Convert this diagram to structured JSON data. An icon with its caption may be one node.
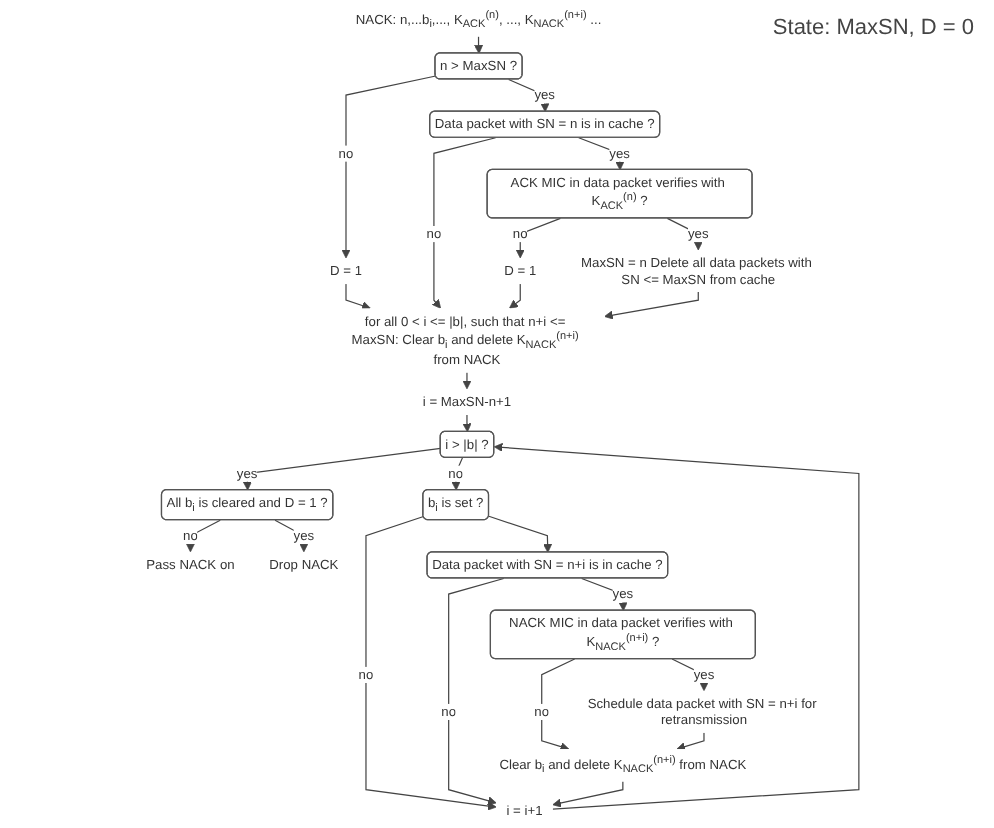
{
  "diagram": {
    "nodes": [
      {
        "text": [
          "NACK: n,...b$_{i}$,..., K$_{ACK}$$^{(n)}$, ..., K$_{NACK}$$^{(n+i)}$ ..."
        ]
      },
      {
        "text": [
          "n > MaxSN ?"
        ]
      },
      {
        "text": [
          "D = 1"
        ]
      },
      {
        "text": [
          "for all 0 < i <= |b|, such that n+i <= MaxSN: Clear b$_{i}$ and delete K$_{NACK}$$^{(n+i)}$ from NACK"
        ]
      },
      {
        "text": [
          "Data packet with SN = n is in cache ?"
        ]
      },
      {
        "text": [
          "i = MaxSN-n+1"
        ]
      },
      {
        "text": [
          "i > |b| ?"
        ]
      },
      {
        "text": [
          "All b$_{i}$ is cleared and D = 1 ?"
        ]
      },
      {
        "text": [
          "Pass NACK on"
        ]
      },
      {
        "text": [
          "ACK MIC in data packet verifies with K$_{ACK}$$^{(n)}$ ?"
        ]
      },
      {
        "text": [
          "D = 1"
        ]
      },
      {
        "text": [
          "b$_{i}$ is set ?"
        ]
      },
      {
        "text": [
          "i = i+1"
        ]
      },
      {
        "text": [
          "Drop NACK"
        ]
      },
      {
        "text": [
          "MaxSN = n Delete all data packets with SN <= MaxSN from cache"
        ]
      },
      {
        "text": [
          "Data packet with SN = n+i is in cache ?"
        ]
      },
      {
        "text": [
          "NACK MIC in data packet verifies with K$_{NACK}$$^{(n+i)}$ ?"
        ]
      },
      {
        "text": [
          "Clear b$_{i}$ and delete K$_{NACK}$$^{(n+i)}$ from NACK"
        ]
      },
      {
        "text": [
          "Schedule data packet with SN = n+i for retransmission"
        ]
      }
    ],
    "edges": [
      {
        "from": 0,
        "to": 1,
        "arrow": "to"
      },
      {
        "from": 1,
        "to": 2,
        "arrow": "to",
        "label": "no"
      },
      {
        "from": 2,
        "to": 3,
        "arrow": "to"
      },
      {
        "from": 1,
        "to": 4,
        "arrow": "to",
        "label": "yes"
      },
      {
        "from": 4,
        "to": 3,
        "arrow": "to",
        "label": "no"
      },
      {
        "from": 4,
        "to": 9,
        "arrow": "to",
        "label": "yes"
      },
      {
        "from": 9,
        "to": 10,
        "arrow": "to",
        "label": "no"
      },
      {
        "from": 10,
        "to": 3,
        "arrow": "to"
      },
      {
        "from": 9,
        "to": 14,
        "arrow": "to",
        "label": "yes"
      },
      {
        "from": 14,
        "to": 3,
        "arrow": "to"
      },
      {
        "from": 3,
        "to": 5,
        "arrow": "to"
      },
      {
        "from": 5,
        "to": 6,
        "arrow": "to"
      },
      {
        "from": 6,
        "to": 7,
        "arrow": "to",
        "label": "yes"
      },
      {
        "from": 7,
        "to": 8,
        "arrow": "to",
        "label": "no"
      },
      {
        "from": 7,
        "to": 13,
        "arrow": "to",
        "label": "yes"
      },
      {
        "from": 6,
        "to": 11,
        "arrow": "to",
        "label": "no"
      },
      {
        "from": 11,
        "to": 12,
        "arrow": "to",
        "label": "no"
      },
      {
        "from": 12,
        "to": 6,
        "arrow": "to"
      },
      {
        "from": 11,
        "to": 15,
        "arrow": "to"
      },
      {
        "from": 15,
        "to": 12,
        "arrow": "to",
        "label": "no"
      },
      {
        "from": 15,
        "to": 16,
        "arrow": "to",
        "label": "yes"
      },
      {
        "from": 16,
        "to": 17,
        "arrow": "to",
        "label": "no"
      },
      {
        "from": 17,
        "to": 12,
        "arrow": "to"
      },
      {
        "from": 16,
        "to": 18,
        "arrow": "to",
        "label": "yes"
      },
      {
        "from": 18,
        "to": 17,
        "arrow": "to"
      }
    ],
    "labels": [
      "State: MaxSN, D = 0"
    ]
  }
}
